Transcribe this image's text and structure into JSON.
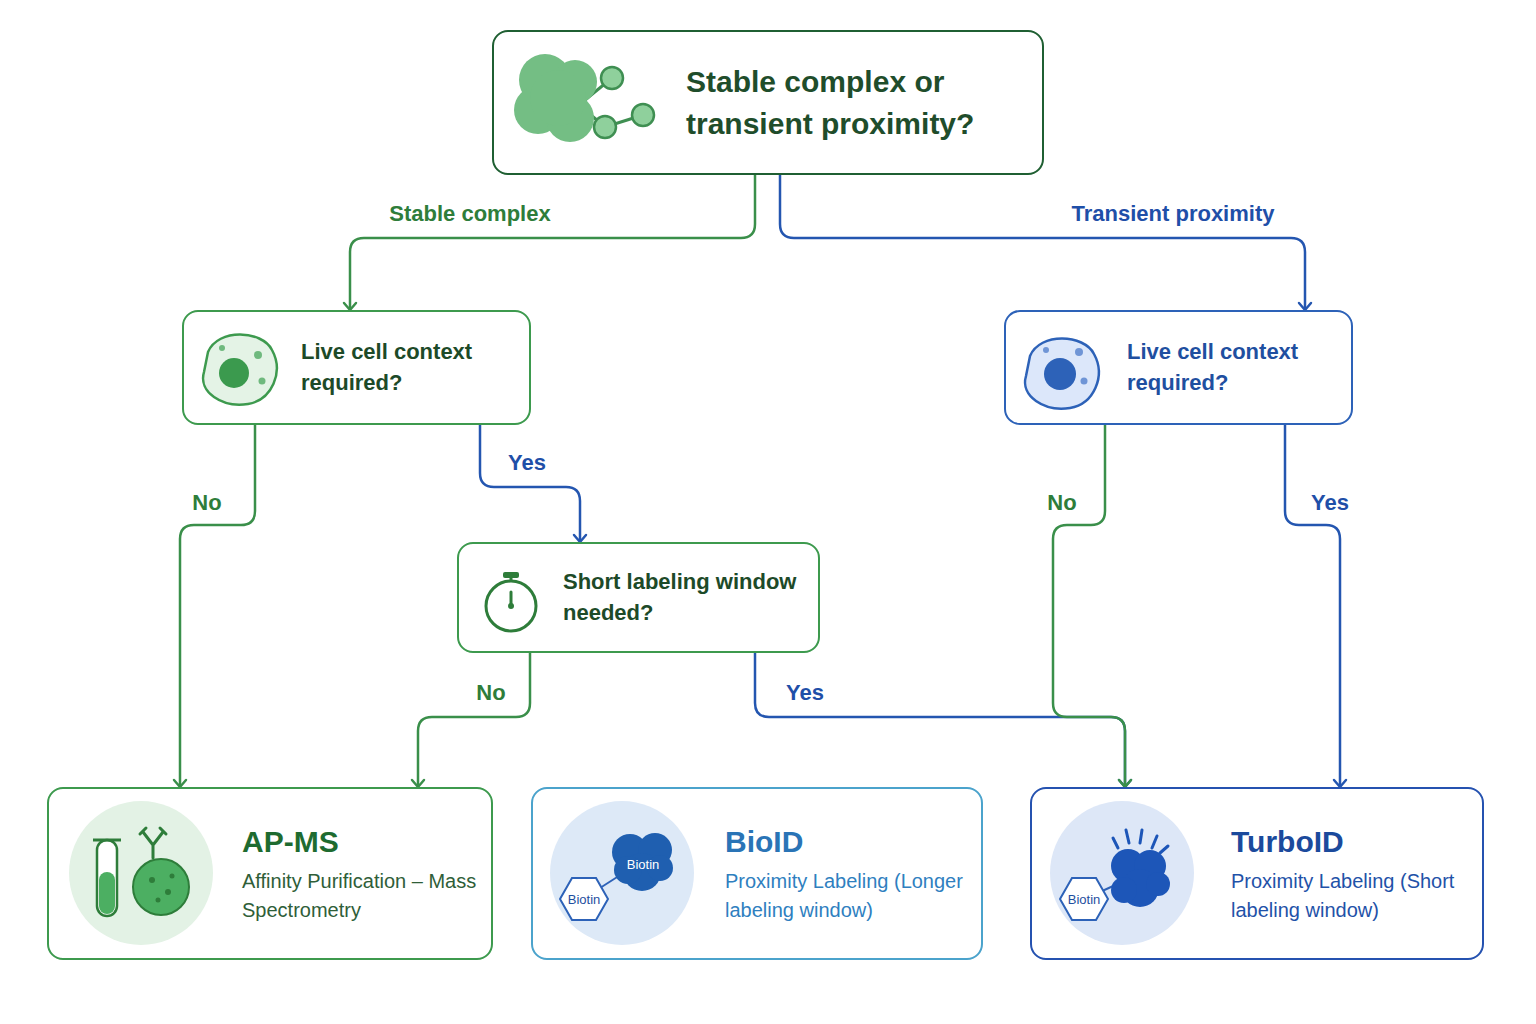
{
  "diagram": {
    "nodes": [
      {
        "text": [
          "Stable complex or transient proximity?"
        ]
      },
      {
        "text": [
          "Live cell context required?"
        ]
      },
      {
        "text": [
          "Live cell context required?"
        ]
      },
      {
        "text": [
          "Short labeling window needed?"
        ]
      },
      {
        "text": [
          "AP-MS",
          "Affinity Purification – Mass Spectrometry"
        ]
      },
      {
        "text": [
          "BioID",
          "Proximity Labeling (Longer labeling window)"
        ]
      },
      {
        "text": [
          "TurboID",
          "Proximity Labeling (Short labeling window)"
        ]
      }
    ],
    "edges": [
      {
        "from": 0,
        "to": 1,
        "label": "Stable complex",
        "arrow": "to"
      },
      {
        "from": 0,
        "to": 2,
        "label": "Transient proximity",
        "arrow": "to"
      },
      {
        "from": 1,
        "to": 4,
        "label": "No",
        "arrow": "to"
      },
      {
        "from": 1,
        "to": 3,
        "label": "Yes",
        "arrow": "to"
      },
      {
        "from": 3,
        "to": 4,
        "label": "No",
        "arrow": "to"
      },
      {
        "from": 3,
        "to": 6,
        "label": "Yes",
        "arrow": "to"
      },
      {
        "from": 2,
        "to": 6,
        "label": "No",
        "arrow": "to"
      },
      {
        "from": 2,
        "to": 6,
        "label": "Yes",
        "arrow": "to"
      }
    ],
    "labels": [
      "Biotin",
      "Biotin",
      "Biotin"
    ]
  }
}
